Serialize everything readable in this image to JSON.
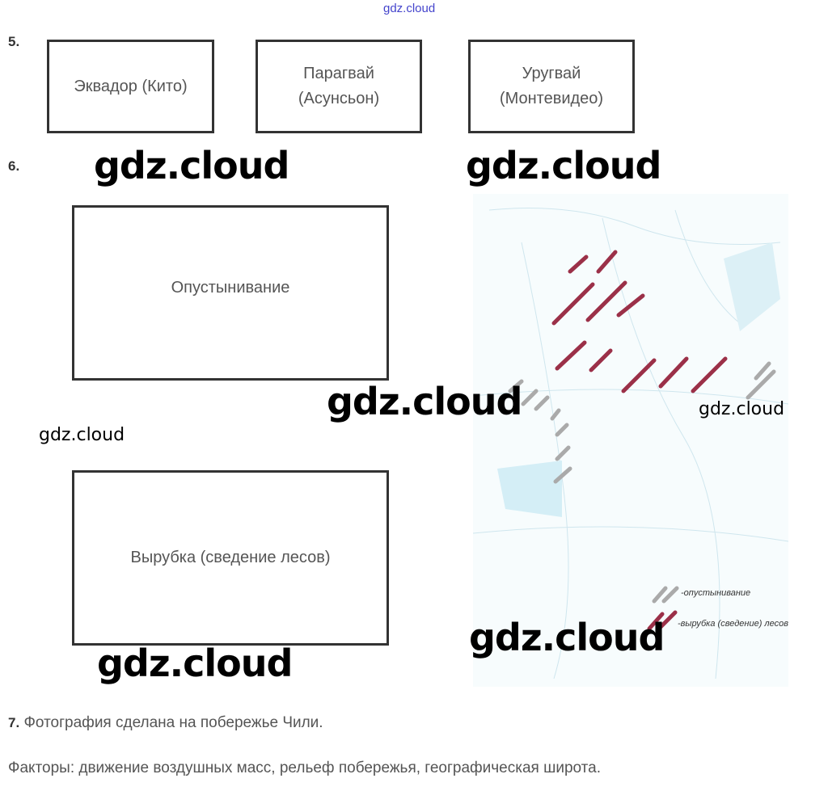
{
  "header_watermark": "gdz.cloud",
  "task5": {
    "number": "5.",
    "boxes": [
      {
        "line1": "Эквадор (Кито)",
        "line2": ""
      },
      {
        "line1": "Парагвай",
        "line2": "(Асунсьон)"
      },
      {
        "line1": "Уругвай",
        "line2": "(Монтевидео)"
      }
    ]
  },
  "task6": {
    "number": "6.",
    "boxes": [
      "Опустынивание",
      "Вырубка (сведение лесов)"
    ],
    "legend": {
      "desertification": "-опустынивание",
      "deforestation": "-вырубка (сведение) лесов"
    },
    "colors": {
      "desertification": "#aaaaaa",
      "deforestation": "#9b3048"
    }
  },
  "task7": {
    "number": "7.",
    "line1": "Фотография сделана на побережье Чили.",
    "line2": "Факторы: движение воздушных масс, рельеф побережья, географическая широта."
  },
  "watermarks": [
    "gdz.cloud",
    "gdz.cloud",
    "gdz.cloud",
    "gdz.cloud",
    "gdz.cloud",
    "gdz.cloud",
    "gdz.cloud"
  ]
}
